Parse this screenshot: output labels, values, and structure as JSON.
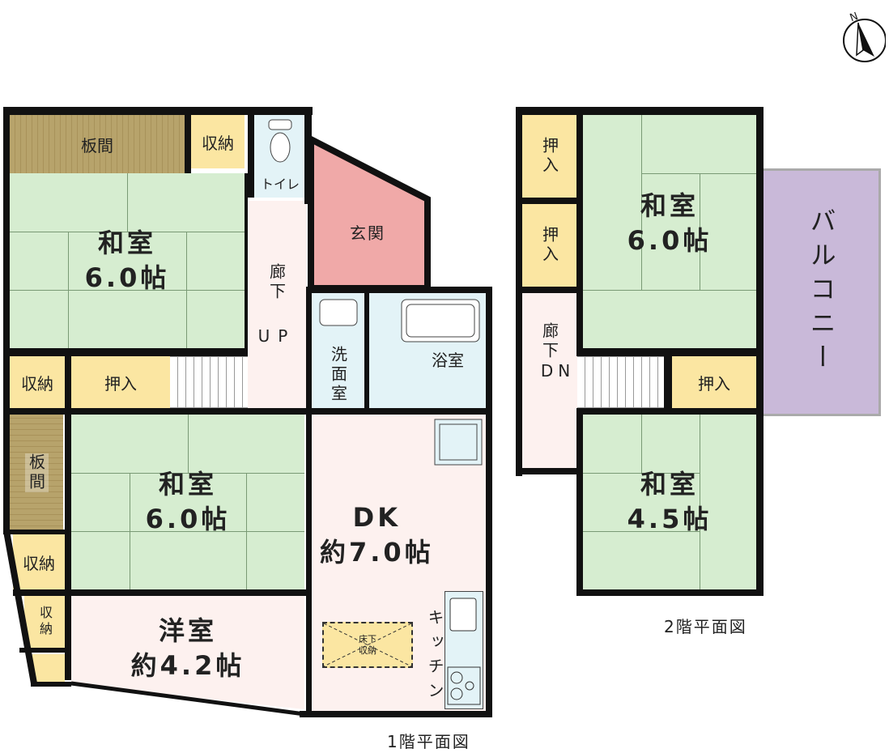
{
  "floor1": {
    "title": "1階平面図",
    "rooms": {
      "itama_top": "板間",
      "shuno_top": "収納",
      "toilet": "トイレ",
      "washitsu_top": {
        "name": "和室",
        "size": "6.0帖"
      },
      "genkan": "玄関",
      "roka": "廊下",
      "up": "UP",
      "senmen": "洗面室",
      "yokushitsu": "浴室",
      "shuno_left": "収納",
      "oshiire": "押入",
      "itama_left": "板間",
      "washitsu_mid": {
        "name": "和室",
        "size": "6.0帖"
      },
      "shuno_left2": "収納",
      "shuno_left3": "収納",
      "yoshitsu": {
        "name": "洋室",
        "size": "約4.2帖"
      },
      "dk": {
        "name": "DK",
        "size": "約7.0帖"
      },
      "kitchen": "キッチン",
      "underfloor": "床下収納"
    }
  },
  "floor2": {
    "title": "2階平面図",
    "rooms": {
      "oshiire1": "押入",
      "oshiire2": "押入",
      "washitsu_top": {
        "name": "和室",
        "size": "6.0帖"
      },
      "balcony": "バルコニー",
      "roka": "廊下",
      "dn": "DN",
      "oshiire3": "押入",
      "washitsu_bottom": {
        "name": "和室",
        "size": "4.5帖"
      }
    }
  },
  "compass": {
    "label": "N"
  }
}
